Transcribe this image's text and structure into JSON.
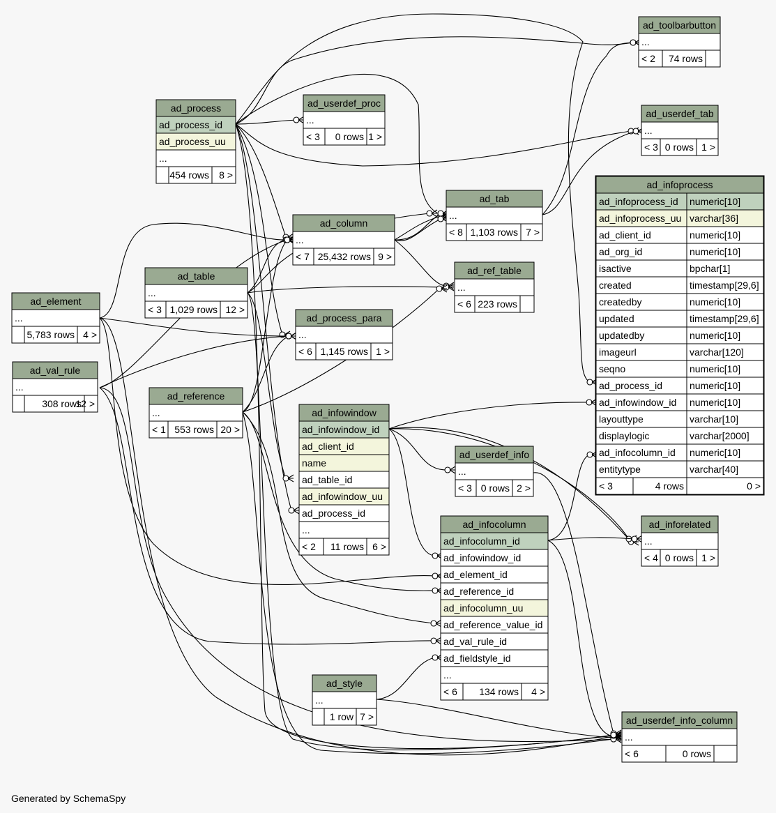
{
  "footer": {
    "generated_by": "Generated by SchemaSpy"
  },
  "colors": {
    "header": "#9aaa92",
    "primary_key": "#bfd1bd",
    "indexed": "#f3f5dc",
    "body": "#ffffff",
    "background": "#f7f7f7",
    "line": "#000000"
  },
  "tables": [
    {
      "name": "ad_toolbarbutton",
      "rows": [
        {
          "cols": [
            "..."
          ]
        }
      ],
      "footer": [
        "< 2",
        "74 rows",
        ""
      ]
    },
    {
      "name": "ad_process",
      "rows": [
        {
          "cols": [
            "ad_process_id"
          ],
          "kind": "pk"
        },
        {
          "cols": [
            "ad_process_uu"
          ],
          "kind": "idx"
        },
        {
          "cols": [
            "..."
          ]
        }
      ],
      "footer": [
        "",
        "454 rows",
        "8 >"
      ]
    },
    {
      "name": "ad_userdef_proc",
      "rows": [
        {
          "cols": [
            "..."
          ]
        }
      ],
      "footer": [
        "< 3",
        "0 rows",
        "1 >"
      ]
    },
    {
      "name": "ad_userdef_tab",
      "rows": [
        {
          "cols": [
            "..."
          ]
        }
      ],
      "footer": [
        "< 3",
        "0 rows",
        "1 >"
      ]
    },
    {
      "name": "ad_infoprocess",
      "focus": true,
      "rows": [
        {
          "cols": [
            "ad_infoprocess_id",
            "numeric[10]"
          ],
          "kind": "pk"
        },
        {
          "cols": [
            "ad_infoprocess_uu",
            "varchar[36]"
          ],
          "kind": "idx"
        },
        {
          "cols": [
            "ad_client_id",
            "numeric[10]"
          ]
        },
        {
          "cols": [
            "ad_org_id",
            "numeric[10]"
          ]
        },
        {
          "cols": [
            "isactive",
            "bpchar[1]"
          ]
        },
        {
          "cols": [
            "created",
            "timestamp[29,6]"
          ]
        },
        {
          "cols": [
            "createdby",
            "numeric[10]"
          ]
        },
        {
          "cols": [
            "updated",
            "timestamp[29,6]"
          ]
        },
        {
          "cols": [
            "updatedby",
            "numeric[10]"
          ]
        },
        {
          "cols": [
            "imageurl",
            "varchar[120]"
          ]
        },
        {
          "cols": [
            "seqno",
            "numeric[10]"
          ]
        },
        {
          "cols": [
            "ad_process_id",
            "numeric[10]"
          ]
        },
        {
          "cols": [
            "ad_infowindow_id",
            "numeric[10]"
          ]
        },
        {
          "cols": [
            "layouttype",
            "varchar[10]"
          ]
        },
        {
          "cols": [
            "displaylogic",
            "varchar[2000]"
          ]
        },
        {
          "cols": [
            "ad_infocolumn_id",
            "numeric[10]"
          ]
        },
        {
          "cols": [
            "entitytype",
            "varchar[40]"
          ]
        }
      ],
      "footer": [
        "< 3",
        "4 rows",
        "0 >"
      ]
    },
    {
      "name": "ad_tab",
      "rows": [
        {
          "cols": [
            "..."
          ]
        }
      ],
      "footer": [
        "< 8",
        "1,103 rows",
        "7 >"
      ]
    },
    {
      "name": "ad_column",
      "rows": [
        {
          "cols": [
            "..."
          ]
        }
      ],
      "footer": [
        "< 7",
        "25,432 rows",
        "9 >"
      ]
    },
    {
      "name": "ad_table",
      "rows": [
        {
          "cols": [
            "..."
          ]
        }
      ],
      "footer": [
        "< 3",
        "1,029 rows",
        "12 >"
      ]
    },
    {
      "name": "ad_ref_table",
      "rows": [
        {
          "cols": [
            "..."
          ]
        }
      ],
      "footer": [
        "< 6",
        "223 rows",
        ""
      ]
    },
    {
      "name": "ad_element",
      "rows": [
        {
          "cols": [
            "..."
          ]
        }
      ],
      "footer": [
        "",
        "5,783 rows",
        "4 >"
      ]
    },
    {
      "name": "ad_process_para",
      "rows": [
        {
          "cols": [
            "..."
          ]
        }
      ],
      "footer": [
        "< 6",
        "1,145 rows",
        "1 >"
      ]
    },
    {
      "name": "ad_val_rule",
      "rows": [
        {
          "cols": [
            "..."
          ]
        }
      ],
      "footer": [
        "",
        "308 rows",
        "12 >"
      ]
    },
    {
      "name": "ad_reference",
      "rows": [
        {
          "cols": [
            "..."
          ]
        }
      ],
      "footer": [
        "< 1",
        "553 rows",
        "20 >"
      ]
    },
    {
      "name": "ad_infowindow",
      "rows": [
        {
          "cols": [
            "ad_infowindow_id"
          ],
          "kind": "pk"
        },
        {
          "cols": [
            "ad_client_id"
          ],
          "kind": "idx"
        },
        {
          "cols": [
            "name"
          ],
          "kind": "idx"
        },
        {
          "cols": [
            "ad_table_id"
          ]
        },
        {
          "cols": [
            "ad_infowindow_uu"
          ],
          "kind": "idx"
        },
        {
          "cols": [
            "ad_process_id"
          ]
        },
        {
          "cols": [
            "..."
          ]
        }
      ],
      "footer": [
        "< 2",
        "11 rows",
        "6 >"
      ]
    },
    {
      "name": "ad_userdef_info",
      "rows": [
        {
          "cols": [
            "..."
          ]
        }
      ],
      "footer": [
        "< 3",
        "0 rows",
        "2 >"
      ]
    },
    {
      "name": "ad_infocolumn",
      "rows": [
        {
          "cols": [
            "ad_infocolumn_id"
          ],
          "kind": "pk"
        },
        {
          "cols": [
            "ad_infowindow_id"
          ]
        },
        {
          "cols": [
            "ad_element_id"
          ]
        },
        {
          "cols": [
            "ad_reference_id"
          ]
        },
        {
          "cols": [
            "ad_infocolumn_uu"
          ],
          "kind": "idx"
        },
        {
          "cols": [
            "ad_reference_value_id"
          ]
        },
        {
          "cols": [
            "ad_val_rule_id"
          ]
        },
        {
          "cols": [
            "ad_fieldstyle_id"
          ]
        },
        {
          "cols": [
            "..."
          ]
        }
      ],
      "footer": [
        "< 6",
        "134 rows",
        "4 >"
      ]
    },
    {
      "name": "ad_inforelated",
      "rows": [
        {
          "cols": [
            "..."
          ]
        }
      ],
      "footer": [
        "< 4",
        "0 rows",
        "1 >"
      ]
    },
    {
      "name": "ad_style",
      "rows": [
        {
          "cols": [
            "..."
          ]
        }
      ],
      "footer": [
        "",
        "1 row",
        "7 >"
      ]
    },
    {
      "name": "ad_userdef_info_column",
      "rows": [
        {
          "cols": [
            "..."
          ]
        }
      ],
      "footer": [
        "< 6",
        "0 rows",
        ""
      ]
    }
  ],
  "relationships": [
    {
      "from": "ad_process",
      "to": "ad_toolbarbutton"
    },
    {
      "from": "ad_process",
      "to": "ad_userdef_proc"
    },
    {
      "from": "ad_process",
      "to": "ad_userdef_tab"
    },
    {
      "from": "ad_process",
      "to": "ad_column"
    },
    {
      "from": "ad_process",
      "to": "ad_process_para"
    },
    {
      "from": "ad_process",
      "to": "ad_infowindow"
    },
    {
      "from": "ad_process",
      "to": "ad_infoprocess"
    },
    {
      "from": "ad_process",
      "to": "ad_tab"
    },
    {
      "from": "ad_tab",
      "to": "ad_userdef_tab"
    },
    {
      "from": "ad_tab",
      "to": "ad_toolbarbutton"
    },
    {
      "from": "ad_column",
      "to": "ad_tab"
    },
    {
      "from": "ad_column",
      "to": "ad_ref_table"
    },
    {
      "from": "ad_table",
      "to": "ad_column"
    },
    {
      "from": "ad_table",
      "to": "ad_tab"
    },
    {
      "from": "ad_table",
      "to": "ad_ref_table"
    },
    {
      "from": "ad_table",
      "to": "ad_infowindow"
    },
    {
      "from": "ad_element",
      "to": "ad_column"
    },
    {
      "from": "ad_element",
      "to": "ad_process_para"
    },
    {
      "from": "ad_element",
      "to": "ad_infocolumn"
    },
    {
      "from": "ad_val_rule",
      "to": "ad_column"
    },
    {
      "from": "ad_val_rule",
      "to": "ad_process_para"
    },
    {
      "from": "ad_val_rule",
      "to": "ad_infocolumn"
    },
    {
      "from": "ad_reference",
      "to": "ad_column"
    },
    {
      "from": "ad_reference",
      "to": "ad_process_para"
    },
    {
      "from": "ad_reference",
      "to": "ad_ref_table"
    },
    {
      "from": "ad_reference",
      "to": "ad_infocolumn"
    },
    {
      "from": "ad_reference",
      "to": "ad_userdef_info_column"
    },
    {
      "from": "ad_infowindow",
      "to": "ad_infoprocess"
    },
    {
      "from": "ad_infowindow",
      "to": "ad_infocolumn"
    },
    {
      "from": "ad_infowindow",
      "to": "ad_userdef_info"
    },
    {
      "from": "ad_infowindow",
      "to": "ad_inforelated"
    },
    {
      "from": "ad_infocolumn",
      "to": "ad_infoprocess"
    },
    {
      "from": "ad_infocolumn",
      "to": "ad_inforelated"
    },
    {
      "from": "ad_infocolumn",
      "to": "ad_userdef_info_column"
    },
    {
      "from": "ad_userdef_info",
      "to": "ad_userdef_info_column"
    },
    {
      "from": "ad_style",
      "to": "ad_infocolumn"
    },
    {
      "from": "ad_style",
      "to": "ad_userdef_info_column"
    }
  ]
}
